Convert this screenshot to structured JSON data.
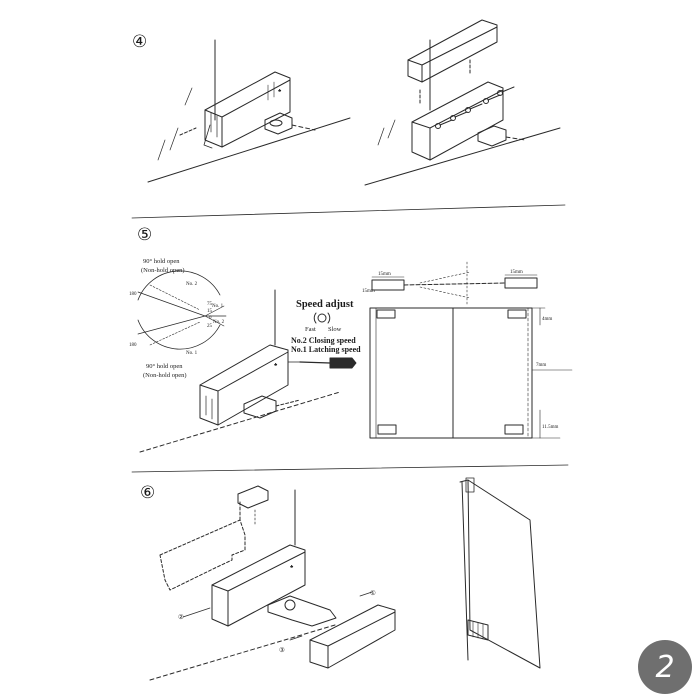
{
  "steps": {
    "step4": "④",
    "step5": "⑤",
    "step6": "⑥"
  },
  "dial": {
    "top_label_1": "90° hold open",
    "top_label_2": "(Non-hold open)",
    "bottom_label_1": "90° hold open",
    "bottom_label_2": "(Non-hold open)",
    "angle_left_top": "180",
    "angle_left_bottom": "180",
    "no2_a": "No. 2",
    "no1_a": "No. 1",
    "ang_75": "75",
    "ang_15": "15",
    "ang_0": "0",
    "ang_25": "25",
    "no2_b": "No. 2",
    "no1_b": "No. 1"
  },
  "speed": {
    "title": "Speed adjust",
    "fast": "Fast",
    "slow": "Slow",
    "closing": "No.2 Closing speed",
    "latching": "No.1 Latching speed"
  },
  "dims": {
    "d_15mm_left": "15mm",
    "d_15mm_right": "15mm",
    "d_side": "15mm",
    "d_4mm": "4mm",
    "d_7mm": "7mm",
    "d_11_5mm": "11.5mm"
  },
  "parts": {
    "p1": "①",
    "p2": "②",
    "p3": "③"
  },
  "page_number": "2"
}
